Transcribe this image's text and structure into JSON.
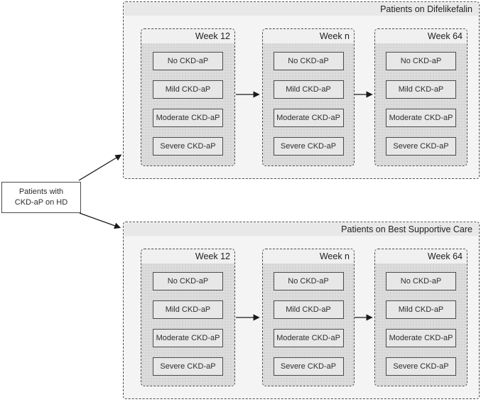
{
  "figure": {
    "root": {
      "line1": "Patients with",
      "line2": "CKD-aP on HD"
    },
    "arms": [
      {
        "title": "Patients on Difelikefalin",
        "periods": [
          {
            "title": "Week 12",
            "states": [
              "No CKD-aP",
              "Mild CKD-aP",
              "Moderate CKD-aP",
              "Severe CKD-aP"
            ]
          },
          {
            "title": "Week n",
            "states": [
              "No CKD-aP",
              "Mild CKD-aP",
              "Moderate CKD-aP",
              "Severe CKD-aP"
            ]
          },
          {
            "title": "Week 64",
            "states": [
              "No CKD-aP",
              "Mild CKD-aP",
              "Moderate CKD-aP",
              "Severe CKD-aP"
            ]
          }
        ]
      },
      {
        "title": "Patients on Best Supportive Care",
        "periods": [
          {
            "title": "Week 12",
            "states": [
              "No CKD-aP",
              "Mild CKD-aP",
              "Moderate CKD-aP",
              "Severe CKD-aP"
            ]
          },
          {
            "title": "Week n",
            "states": [
              "No CKD-aP",
              "Mild CKD-aP",
              "Moderate CKD-aP",
              "Severe CKD-aP"
            ]
          },
          {
            "title": "Week 64",
            "states": [
              "No CKD-aP",
              "Mild CKD-aP",
              "Moderate CKD-aP",
              "Severe CKD-aP"
            ]
          }
        ]
      }
    ],
    "colors": {
      "container_fill": "#f4f4f4",
      "container_header_fill": "#e8e8e8",
      "period_header_fill": "#f0f0f0",
      "period_body_fill": "#dcdcdc",
      "state_fill": "#e7e7e7",
      "border": "#4a4a4a",
      "arrow": "#1a1a1a",
      "background": "#ffffff"
    }
  }
}
